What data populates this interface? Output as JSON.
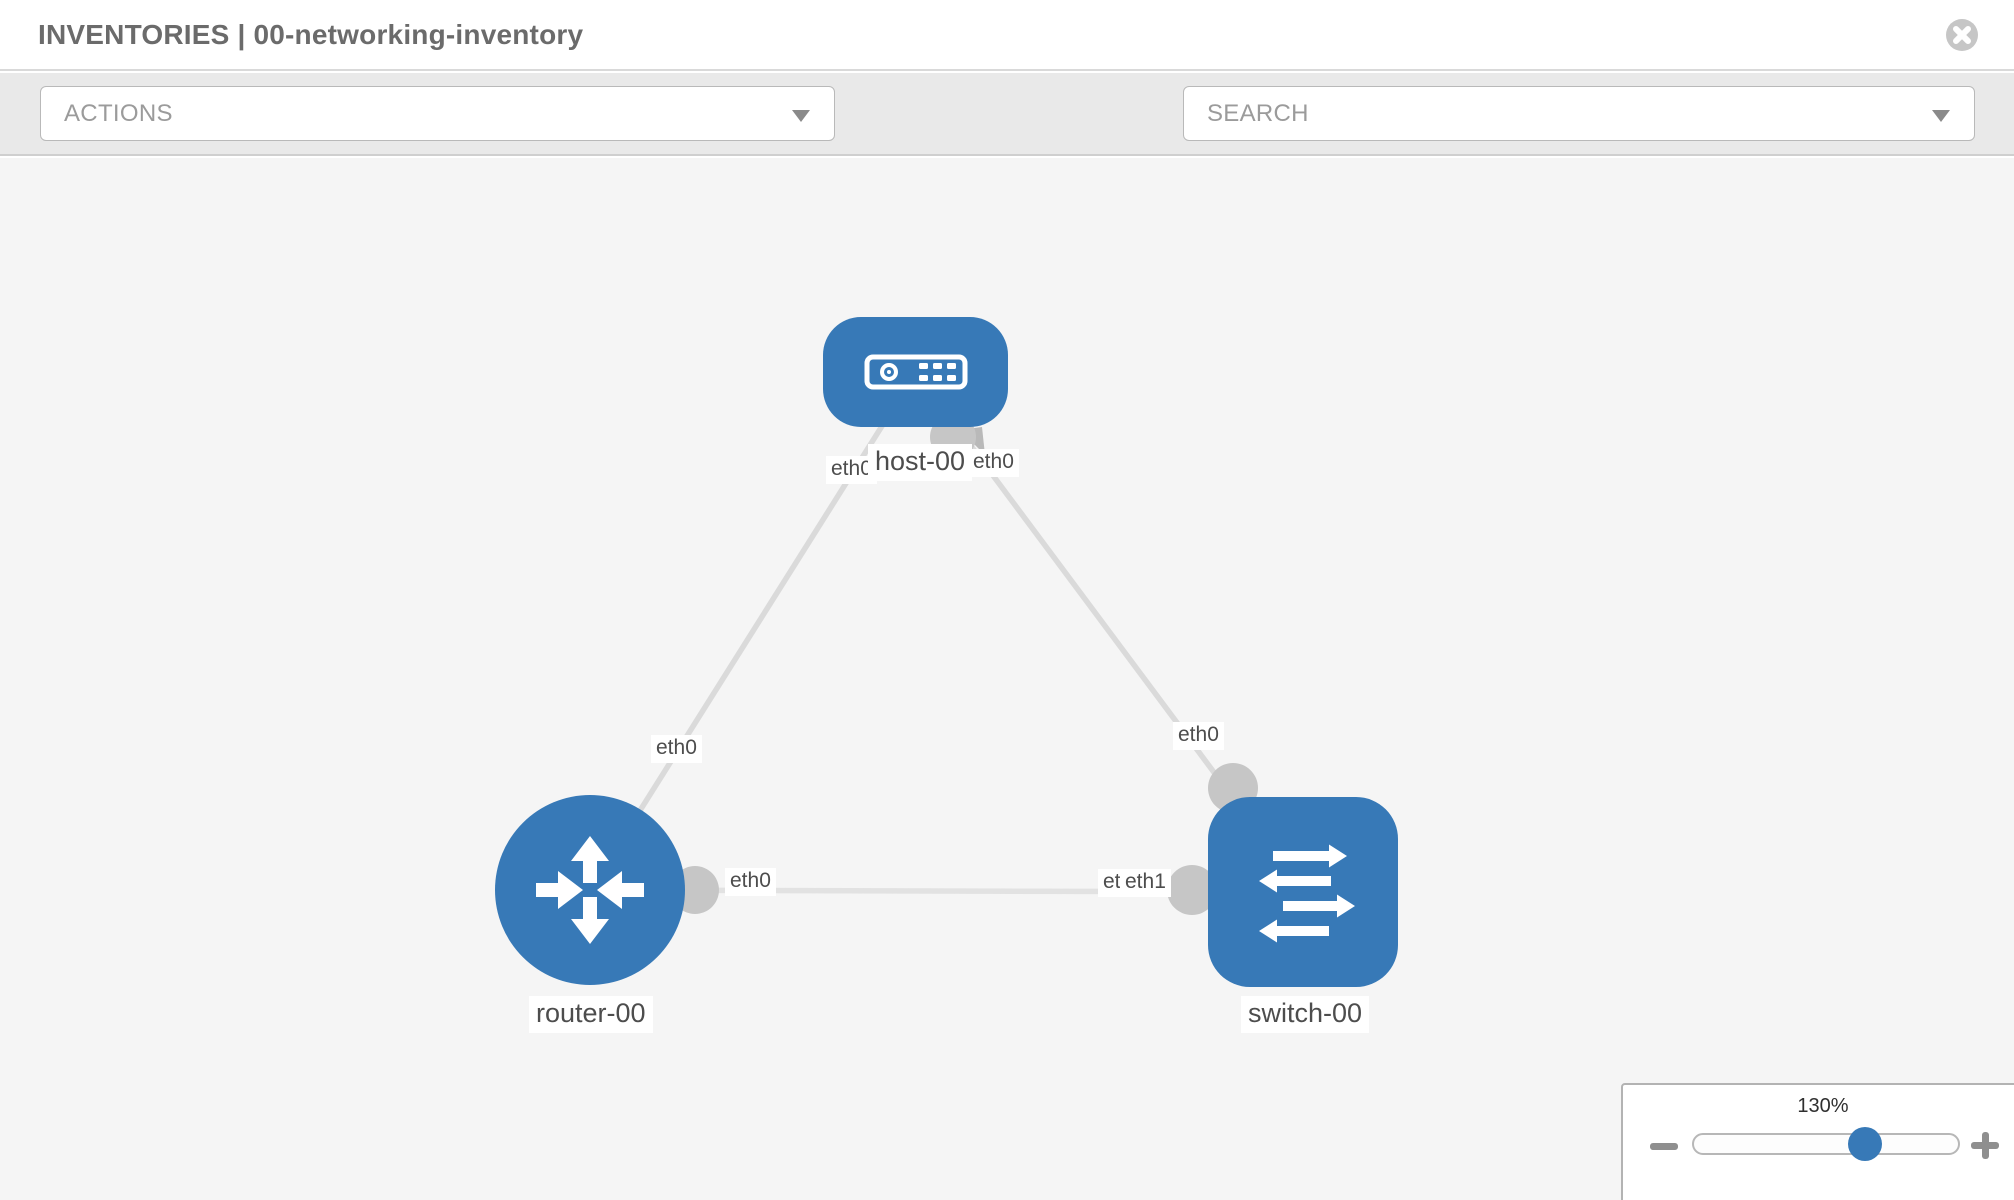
{
  "header": {
    "title": "INVENTORIES | 00-networking-inventory"
  },
  "toolbar": {
    "actions_label": "ACTIONS",
    "search_placeholder": "SEARCH",
    "tool_icons": [
      "wrench-icon",
      "key-icon"
    ]
  },
  "canvas": {
    "nodes": [
      {
        "id": "host-00",
        "type": "host",
        "label": "host-00",
        "icon": "host-icon"
      },
      {
        "id": "router-00",
        "type": "router",
        "label": "router-00",
        "icon": "router-icon"
      },
      {
        "id": "switch-00",
        "type": "switch",
        "label": "switch-00",
        "icon": "switch-icon"
      }
    ],
    "links": [
      {
        "source": "host-00",
        "target": "router-00",
        "source_interface": "eth0",
        "target_interface": "eth0"
      },
      {
        "source": "host-00",
        "target": "switch-00",
        "source_interface": "eth0",
        "target_interface": "eth0"
      },
      {
        "source": "router-00",
        "target": "switch-00",
        "source_interface": "eth0",
        "target_interface": "eth1"
      }
    ],
    "interface_labels": [
      {
        "text": "eth0",
        "position": "host-00-left"
      },
      {
        "text": "eth0",
        "position": "host-00-right"
      },
      {
        "text": "eth0",
        "position": "router-00-top"
      },
      {
        "text": "eth0",
        "position": "switch-00-top"
      },
      {
        "text": "eth0",
        "position": "router-00-right"
      },
      {
        "text": "eth0",
        "position": "switch-00-left-back"
      },
      {
        "text": "eth1",
        "position": "switch-00-left-front"
      }
    ]
  },
  "zoom_control": {
    "value": "130%",
    "icons": [
      "minus-icon",
      "plus-icon"
    ]
  },
  "colors": {
    "node_blue": "#3779b7",
    "link_gray": "#dedede",
    "endpoint_gray": "#c6c6c6",
    "canvas_bg": "#f5f5f5",
    "toolbar_bg": "#e9e9e9",
    "label_text": "#4d4d4d",
    "title_text": "#6b6b6b"
  }
}
